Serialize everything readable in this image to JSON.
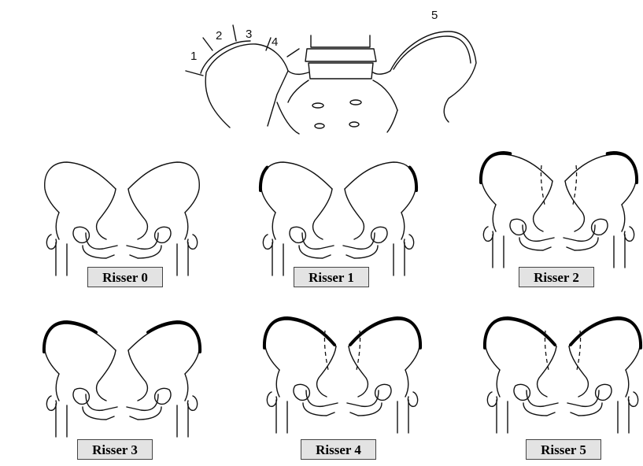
{
  "zone_numbers": [
    "1",
    "2",
    "3",
    "4",
    "5"
  ],
  "grades": [
    {
      "label": "Risser 0",
      "ossified_fraction": 0.0
    },
    {
      "label": "Risser 1",
      "ossified_fraction": 0.25
    },
    {
      "label": "Risser 2",
      "ossified_fraction": 0.5
    },
    {
      "label": "Risser 3",
      "ossified_fraction": 0.75
    },
    {
      "label": "Risser 4",
      "ossified_fraction": 1.0
    },
    {
      "label": "Risser 5",
      "ossified_fraction": 1.0
    }
  ]
}
